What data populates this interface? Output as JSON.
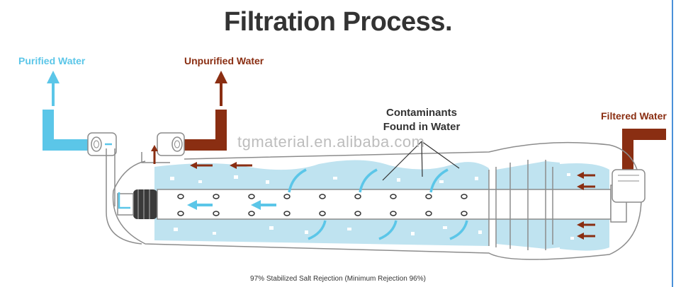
{
  "title": "Filtration Process.",
  "labels": {
    "purified_water": "Purified Water",
    "unpurified_water": "Unpurified Water",
    "contaminants_line1": "Contaminants",
    "contaminants_line2": "Found in Water",
    "filtered_water": "Filtered Water"
  },
  "watermark": "tgmaterial.en.alibaba.com",
  "caption": "97% Stabilized Salt Rejection (Minimum Rejection 96%)",
  "colors": {
    "purified": "#5bc6e8",
    "unpurified": "#8a2e12",
    "water": "#bfe3f0",
    "outline": "#8c8c8c"
  }
}
